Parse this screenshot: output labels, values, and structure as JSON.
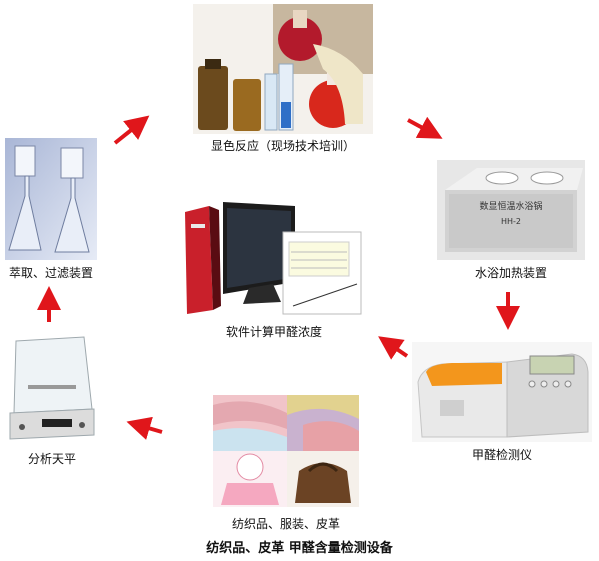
{
  "colors": {
    "arrow": "#e0161b",
    "panel_gray": "#d9d9d9",
    "accent_orange": "#f3961c"
  },
  "nodes": {
    "color_reaction": {
      "label": "显色反应（现场技术培训）",
      "icon": "flask-glassware-photo"
    },
    "water_bath": {
      "label": "水浴加热装置",
      "icon": "water-bath-device-photo"
    },
    "detector": {
      "label": "甲醛检测仪",
      "icon": "spectrophotometer-photo"
    },
    "samples": {
      "label": "纺织品、服装、皮革",
      "icon": "textile-samples-photo"
    },
    "balance": {
      "label": "分析天平",
      "icon": "analytical-balance-photo"
    },
    "extraction": {
      "label": "萃取、过滤装置",
      "icon": "filtration-glassware-photo"
    },
    "software": {
      "label": "软件计算甲醛浓度",
      "icon": "computer-software-photo"
    }
  },
  "device_texts": {
    "water_bath_panel": "数显恒温水浴锅",
    "water_bath_model": "HH-2"
  },
  "title": "纺织品、皮革  甲醛含量检测设备"
}
